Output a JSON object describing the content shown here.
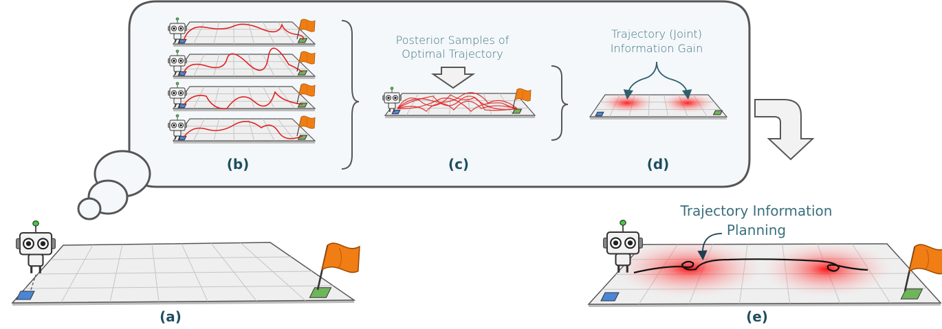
{
  "panels": {
    "a": {
      "label": "(a)"
    },
    "b": {
      "label": "(b)"
    },
    "c": {
      "label": "(c)",
      "caption_line1": "Posterior Samples of",
      "caption_line2": "Optimal Trajectory"
    },
    "d": {
      "label": "(d)",
      "caption_line1": "Trajectory (Joint)",
      "caption_line2": "Information Gain"
    },
    "e": {
      "label": "(e)",
      "caption_line1": "Trajectory Information",
      "caption_line2": "Planning"
    }
  },
  "colors": {
    "teal_text": "#3a6f7d",
    "label_text": "#1f4e5f",
    "start_square": "#4a86d8",
    "goal_square": "#6fb55a",
    "flag": "#f07e14",
    "trajectory_red": "#e02020",
    "planned_path": "#111111",
    "bubble_fill": "#f4f8fb",
    "robot_antenna": "#3ecf3e"
  },
  "icons": [
    "robot-icon",
    "flag-icon",
    "thought-bubble",
    "down-arrow-icon",
    "curved-arrow-icon",
    "brace-icon"
  ]
}
